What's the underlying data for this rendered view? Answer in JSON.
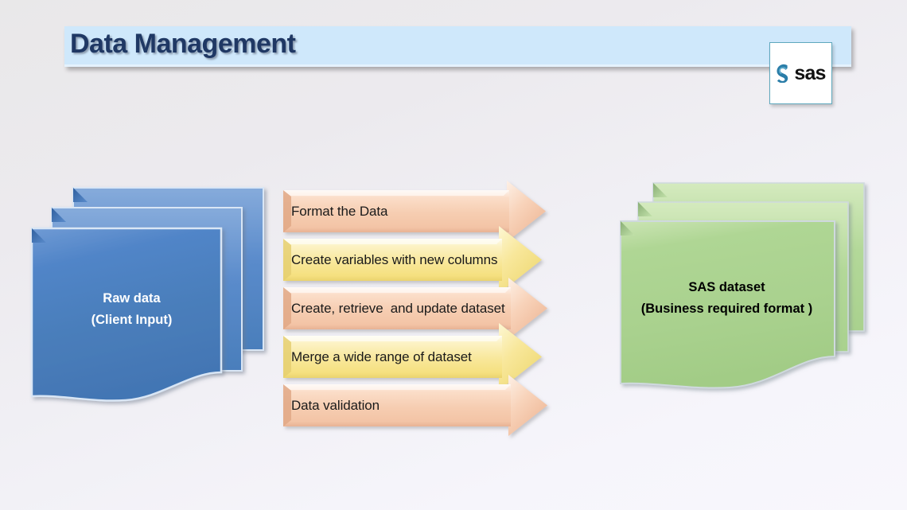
{
  "header": {
    "title": "Data Management",
    "banner_color": "#cfe8fb",
    "title_color": "#1f3864"
  },
  "logo": {
    "name": "SAS",
    "wordmark": "sas",
    "swirl_color": "#2a7da8",
    "box_border_color": "#5fa8bd"
  },
  "source_stack": {
    "line1": "Raw data",
    "line2": "(Client Input)",
    "fill_color": "#4a7ebb",
    "text_color": "#ffffff",
    "sheets": 3
  },
  "target_stack": {
    "line1": "SAS dataset",
    "line2": "(Business required format )",
    "fill_color": "#a9d18e",
    "text_color": "#000000",
    "sheets": 3
  },
  "process_arrows": [
    {
      "label": "Format the Data",
      "color": "peach",
      "fill_light": "#fdece0",
      "fill_dark": "#f3c4a6",
      "body_width": 325,
      "head_width": 50
    },
    {
      "label": "Create variables with new columns",
      "color": "yellow",
      "fill_light": "#fdf6d8",
      "fill_dark": "#f5e07f",
      "body_width": 316,
      "head_width": 53
    },
    {
      "label": "Create, retrieve  and update dataset",
      "color": "peach",
      "fill_light": "#fdece0",
      "fill_dark": "#f3c4a6",
      "body_width": 327,
      "head_width": 50
    },
    {
      "label": "Merge a wide range of dataset",
      "color": "yellow",
      "fill_light": "#fdf6d8",
      "fill_dark": "#f5e07f",
      "body_width": 316,
      "head_width": 53
    },
    {
      "label": "Data validation",
      "color": "peach",
      "fill_light": "#fdece0",
      "fill_dark": "#f3c4a6",
      "body_width": 327,
      "head_width": 50
    }
  ],
  "background": {
    "top_color": "#e9e8e9",
    "bottom_color": "#f8f7fc"
  }
}
